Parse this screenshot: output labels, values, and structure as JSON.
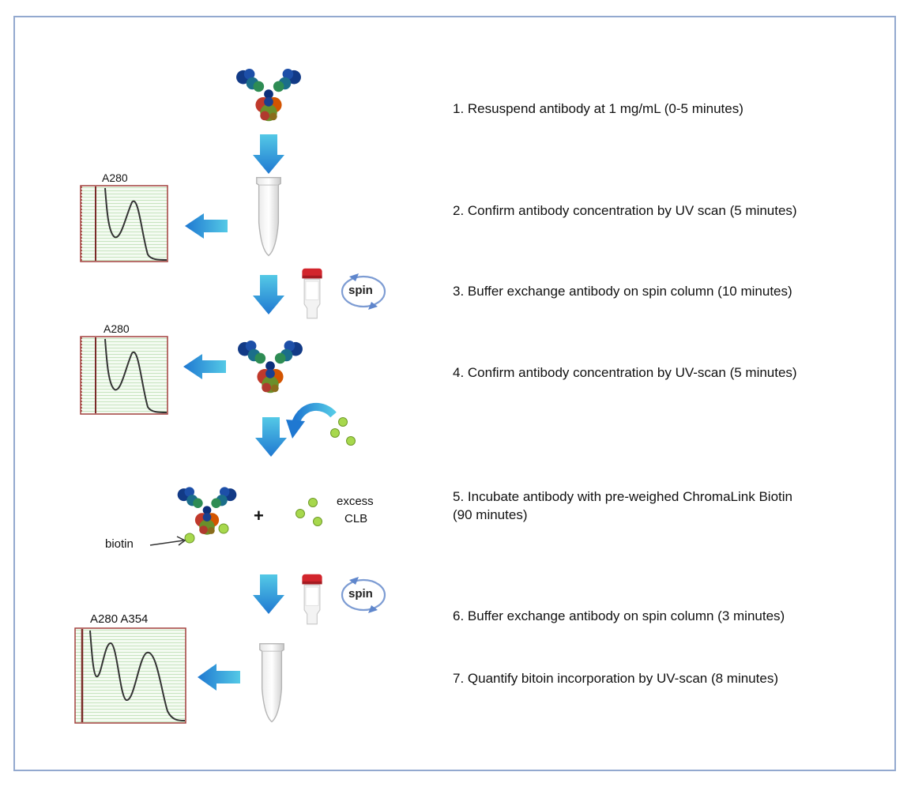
{
  "steps": [
    {
      "text": "1. Resuspend antibody at 1 mg/mL (0-5 minutes)"
    },
    {
      "text": "2. Confirm antibody concentration by UV scan (5 minutes)"
    },
    {
      "text": "3. Buffer exchange antibody on spin column (10 minutes)"
    },
    {
      "text": "4. Confirm antibody concentration by UV-scan (5 minutes)"
    },
    {
      "text": "5. Incubate antibody with pre-weighed ChromaLink Biotin",
      "text2": "(90 minutes)"
    },
    {
      "text": "6. Buffer exchange antibody on spin column (3 minutes)"
    },
    {
      "text": "7. Quantify bitoin incorporation by UV-scan (8 minutes)"
    }
  ],
  "spectra": [
    {
      "label": "A280"
    },
    {
      "label": "A280"
    },
    {
      "label": "A280 A354"
    }
  ],
  "spin_label": "spin",
  "plus": "+",
  "excess_label": "excess",
  "clb_label": "CLB",
  "biotin_label": "biotin",
  "colors": {
    "arrow_dark": "#1f78d1",
    "arrow_light": "#54c9e6",
    "bead": "#a7d84d",
    "frame": "#93a9cf",
    "plot_border": "#a3403e",
    "plot_grid": "#cde6c8",
    "tube_cap": "#d2252c"
  }
}
